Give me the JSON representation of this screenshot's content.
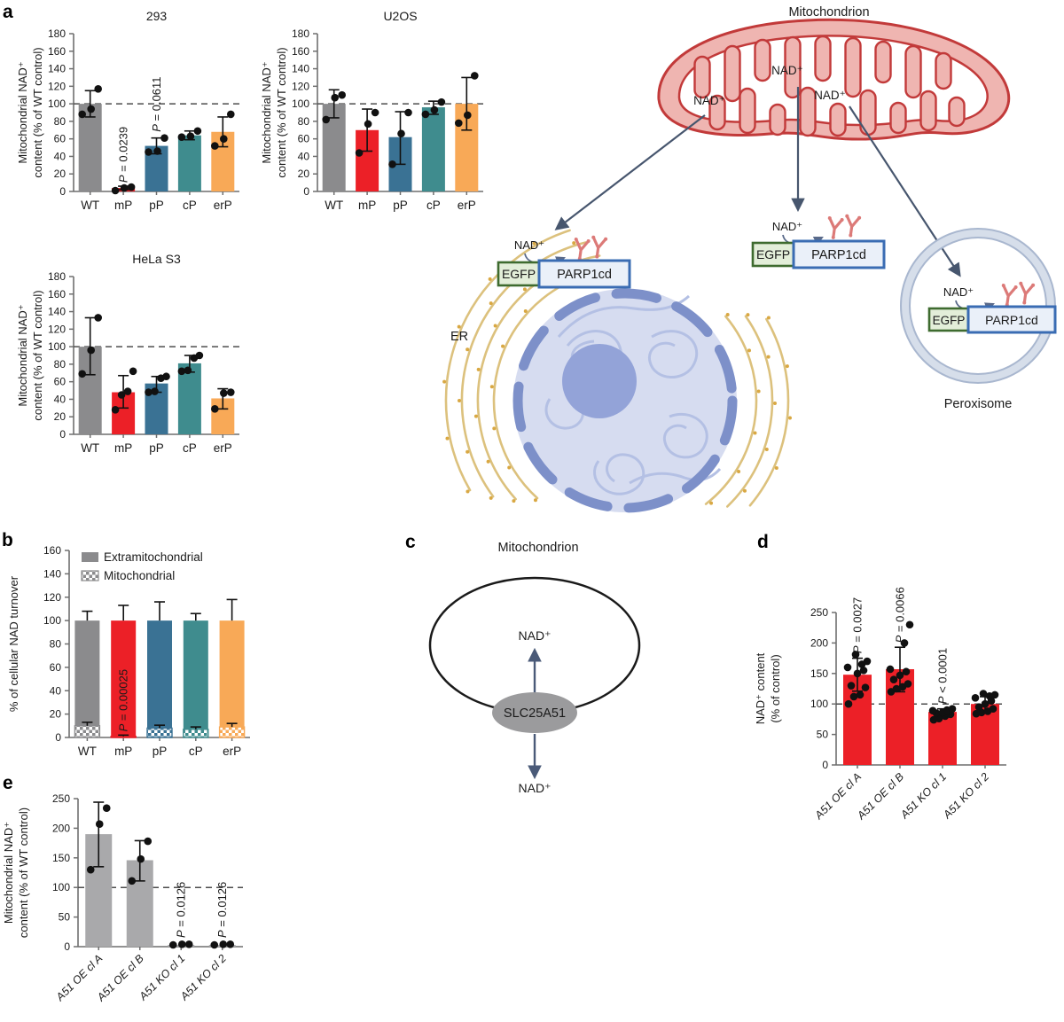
{
  "panels": {
    "a": "a",
    "b": "b",
    "c": "c",
    "d": "d",
    "e": "e"
  },
  "colors": {
    "gray": "#8B8B8D",
    "red": "#EC2027",
    "blue": "#3A7294",
    "teal": "#3F8C8E",
    "orange": "#F8A957",
    "light_gray_bar": "#A9A9AB",
    "axis": "#6F6F6F",
    "dash": "#4D4D4D",
    "point": "#111111",
    "mito_fill": "#EFB5B1",
    "mito_stroke": "#C23A3A",
    "arrow": "#47566E",
    "er_stroke": "#DCC17D",
    "er_dot": "#D9A843",
    "nucleus_fill": "#D6DCF0",
    "chromatin": "#B4C0E4",
    "envelope": "#7D90C9",
    "nucleolus": "#93A3D8",
    "perox_ring_light": "#D6DEEA",
    "perox_ring_line": "#A9B7CF",
    "egfp_fill": "#E3EED9",
    "egfp_stroke": "#3E6B2F",
    "parp_fill": "#EAF0F9",
    "parp_stroke": "#3A6CB3",
    "par_red": "#DC7A78"
  },
  "chart_data": [
    {
      "id": "chart-293",
      "type": "bar",
      "title": "293",
      "ylabel_lines": [
        "Mitochondrial NAD⁺",
        "content (% of WT control)"
      ],
      "ylim": [
        0,
        180
      ],
      "ytick_step": 20,
      "dashed_line": 100,
      "grid": false,
      "categories": [
        "WT",
        "mP",
        "pP",
        "cP",
        "erP"
      ],
      "values": [
        100,
        4,
        52,
        64,
        68
      ],
      "bar_colors": [
        "#8B8B8D",
        "#EC2027",
        "#3A7294",
        "#3F8C8E",
        "#F8A957"
      ],
      "error_low": [
        85,
        2,
        43,
        59,
        51
      ],
      "error_high": [
        115,
        6,
        61,
        69,
        85
      ],
      "points": [
        [
          88,
          94,
          117
        ],
        [
          1,
          4,
          5
        ],
        [
          45,
          46,
          61
        ],
        [
          62,
          63,
          69
        ],
        [
          52,
          60,
          88
        ]
      ],
      "p_labels": [
        {
          "index": 1,
          "text": "P = 0.0239",
          "anchor": 10
        },
        {
          "index": 2,
          "text": "P = 0.0611",
          "anchor": 68
        }
      ]
    },
    {
      "id": "chart-u2os",
      "type": "bar",
      "title": "U2OS",
      "ylabel_lines": [
        "Mitochondrial NAD⁺",
        "content (% of WT control)"
      ],
      "ylim": [
        0,
        180
      ],
      "ytick_step": 20,
      "dashed_line": 100,
      "grid": false,
      "categories": [
        "WT",
        "mP",
        "pP",
        "cP",
        "erP"
      ],
      "values": [
        100,
        70,
        62,
        96,
        100
      ],
      "bar_colors": [
        "#8B8B8D",
        "#EC2027",
        "#3A7294",
        "#3F8C8E",
        "#F8A957"
      ],
      "error_low": [
        84,
        46,
        31,
        88,
        70
      ],
      "error_high": [
        116,
        94,
        91,
        103,
        130
      ],
      "points": [
        [
          82,
          107,
          110
        ],
        [
          44,
          77,
          90
        ],
        [
          31,
          66,
          90
        ],
        [
          88,
          93,
          102
        ],
        [
          78,
          87,
          132
        ]
      ],
      "p_labels": []
    },
    {
      "id": "chart-hela",
      "type": "bar",
      "title": "HeLa S3",
      "ylabel_lines": [
        "Mitochondrial NAD⁺",
        "content (% of WT control)"
      ],
      "ylim": [
        0,
        180
      ],
      "ytick_step": 20,
      "dashed_line": 100,
      "grid": false,
      "categories": [
        "WT",
        "mP",
        "pP",
        "cP",
        "erP"
      ],
      "values": [
        100,
        48,
        58,
        81,
        41
      ],
      "bar_colors": [
        "#8B8B8D",
        "#EC2027",
        "#3A7294",
        "#3F8C8E",
        "#F8A957"
      ],
      "error_low": [
        68,
        30,
        48,
        71,
        29
      ],
      "error_high": [
        133,
        67,
        66,
        90,
        52
      ],
      "points": [
        [
          69,
          96,
          133
        ],
        [
          28,
          45,
          49,
          72
        ],
        [
          48,
          49,
          64,
          66
        ],
        [
          72,
          73,
          87,
          90
        ],
        [
          29,
          47,
          48
        ]
      ],
      "p_labels": []
    },
    {
      "id": "chart-b",
      "type": "stacked_bar",
      "ylabel_lines": [
        "% of cellular NAD turnover"
      ],
      "ylim": [
        0,
        160
      ],
      "ytick_step": 20,
      "grid": false,
      "legend": [
        {
          "label": "Extramitochondrial",
          "style": "solid"
        },
        {
          "label": "Mitochondrial",
          "style": "checker"
        }
      ],
      "categories": [
        "WT",
        "mP",
        "pP",
        "cP",
        "erP"
      ],
      "totals": [
        100,
        100,
        100,
        100,
        100
      ],
      "mito_values": [
        10,
        1,
        8,
        7,
        9
      ],
      "total_error_high": [
        108,
        113,
        116,
        106,
        118
      ],
      "mito_error_high": [
        13,
        2,
        10.5,
        9,
        12
      ],
      "bar_colors": [
        "#8B8B8D",
        "#EC2027",
        "#3A7294",
        "#3F8C8E",
        "#F8A957"
      ],
      "p_labels": [
        {
          "index": 1,
          "text": "P = 0.00025",
          "anchor": 5
        }
      ]
    },
    {
      "id": "chart-d",
      "type": "bar",
      "title": "",
      "ylabel_lines": [
        "NAD⁺ content",
        "(% of control)"
      ],
      "ylim": [
        0,
        250
      ],
      "ytick_step": 50,
      "dashed_line": 100,
      "grid": false,
      "categories": [
        "A51 OE cl A",
        "A51 OE cl B",
        "A51 KO cl 1",
        "A51 KO cl 2"
      ],
      "xlabel_rotated": true,
      "values": [
        148,
        157,
        87,
        100
      ],
      "bar_colors": [
        "#EC2027",
        "#EC2027",
        "#EC2027",
        "#EC2027"
      ],
      "error_low": [
        121,
        120,
        82,
        88
      ],
      "error_high": [
        175,
        193,
        92,
        112
      ],
      "points": [
        [
          100,
          112,
          115,
          127,
          130,
          150,
          155,
          160,
          165,
          170,
          181
        ],
        [
          120,
          125,
          128,
          133,
          140,
          147,
          153,
          157,
          200,
          230
        ],
        [
          74,
          76,
          80,
          83,
          85,
          86,
          88,
          89,
          90,
          92
        ],
        [
          84,
          86,
          88,
          92,
          95,
          100,
          105,
          110,
          113,
          115,
          117
        ]
      ],
      "p_labels": [
        {
          "index": 0,
          "text": "P = 0.0027",
          "anchor": 183
        },
        {
          "index": 1,
          "text": "P = 0.0066",
          "anchor": 200
        },
        {
          "index": 2,
          "text": "P < 0.0001",
          "anchor": 100
        }
      ]
    },
    {
      "id": "chart-e",
      "type": "bar",
      "title": "",
      "ylabel_lines": [
        "Mitochondrial NAD⁺",
        "content (% of WT control)"
      ],
      "ylim": [
        0,
        250
      ],
      "ytick_step": 50,
      "dashed_line": 100,
      "grid": false,
      "categories": [
        "A51 OE cl A",
        "A51 OE cl B",
        "A51 KO cl 1",
        "A51 KO cl 2"
      ],
      "xlabel_rotated": true,
      "values": [
        190,
        146,
        3,
        3
      ],
      "bar_colors": [
        "#A9A9AB",
        "#A9A9AB",
        "#A9A9AB",
        "#A9A9AB"
      ],
      "error_low": [
        135,
        111,
        null,
        null
      ],
      "error_high": [
        244,
        179,
        null,
        null
      ],
      "points": [
        [
          130,
          207,
          234
        ],
        [
          111,
          148,
          178
        ],
        [
          3,
          4,
          4
        ],
        [
          3,
          4,
          4
        ]
      ],
      "p_labels": [
        {
          "index": 2,
          "text": "P = 0.0126",
          "anchor": 15
        },
        {
          "index": 3,
          "text": "P = 0.0126",
          "anchor": 15
        }
      ]
    }
  ],
  "diagram": {
    "mito_title": "Mitochondrion",
    "nad": "NAD⁺",
    "er_label": "ER",
    "peroxisome_label": "Peroxisome",
    "egfp": "EGFP",
    "parp1cd": "PARP1cd"
  },
  "panel_c": {
    "title": "Mitochondrion",
    "transporter": "SLC25A51",
    "nad_in": "NAD⁺",
    "nad_out": "NAD⁺"
  }
}
